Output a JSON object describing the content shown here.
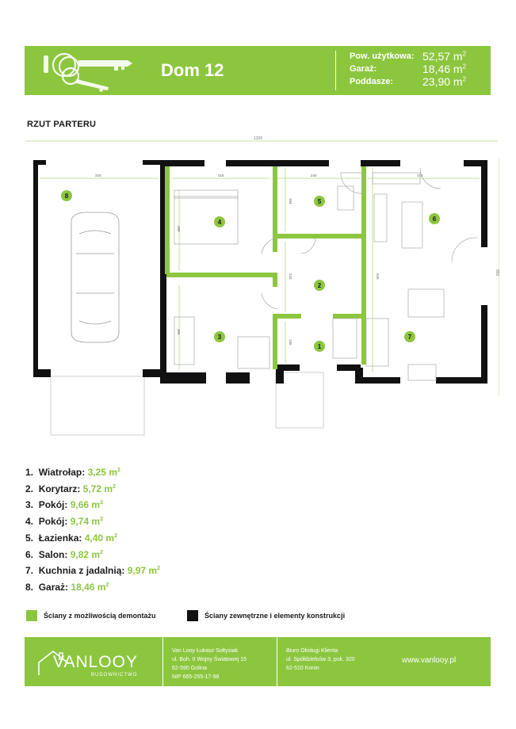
{
  "header": {
    "title": "Dom 12",
    "stats": [
      {
        "label": "Pow. użytkowa:",
        "value": "52,57 m",
        "sup": "2"
      },
      {
        "label": "Garaż:",
        "value": "18,46 m",
        "sup": "2"
      },
      {
        "label": "Poddasze:",
        "value": "23,90 m",
        "sup": "2"
      }
    ]
  },
  "section_title": "RZUT PARTERU",
  "plan": {
    "dimensions": {
      "total_width": "1320",
      "total_depth": "850",
      "garage_width": "320",
      "room4_width": "216",
      "bath_width": "240",
      "salon_width": "316",
      "room4_depth": "388",
      "bath_depth": "184",
      "corridor_depth": "233",
      "room3_depth": "306",
      "entrance_depth": "136",
      "kitchen_depth": "626"
    },
    "room_numbers": [
      "1",
      "2",
      "3",
      "4",
      "5",
      "6",
      "7",
      "8"
    ]
  },
  "rooms": [
    {
      "num": "1.",
      "name": "Wiatrołap:",
      "area": "3,25 m",
      "sup": "2"
    },
    {
      "num": "2.",
      "name": "Korytarz:",
      "area": "5,72 m",
      "sup": "2"
    },
    {
      "num": "3.",
      "name": "Pokój:",
      "area": "9,66 m",
      "sup": "2"
    },
    {
      "num": "4.",
      "name": "Pokój:",
      "area": "9,74 m",
      "sup": "2"
    },
    {
      "num": "5.",
      "name": "Łazienka:",
      "area": "4,40 m",
      "sup": "2"
    },
    {
      "num": "6.",
      "name": "Salon:",
      "area": "9,82 m",
      "sup": "2"
    },
    {
      "num": "7.",
      "name": "Kuchnia z jadalnią:",
      "area": "9,97 m",
      "sup": "2"
    },
    {
      "num": "8.",
      "name": "Garaż:",
      "area": "18,46 m",
      "sup": "2"
    }
  ],
  "legend": {
    "green_label": "Ściany z możliwością demontażu",
    "black_label": "Ściany zewnętrzne i elementy konstrukcji",
    "green_color": "#8cc63f",
    "black_color": "#111111"
  },
  "footer": {
    "logo": "VANLOOY",
    "logo_sub": "BUDOWNICTWO",
    "company": [
      "Van Looy Łukasz Sołtysiak",
      "ul. Boh. II Wojny Światowej 15",
      "62-590 Golina",
      "NIP 665-255-17-98"
    ],
    "office": [
      "Biuro Obsługi Klienta",
      "ul. Spółdzielców 3, pok. 320",
      "62-510 Konin"
    ],
    "website": "www.vanlooy.pl"
  },
  "colors": {
    "accent": "#8cc63f"
  }
}
